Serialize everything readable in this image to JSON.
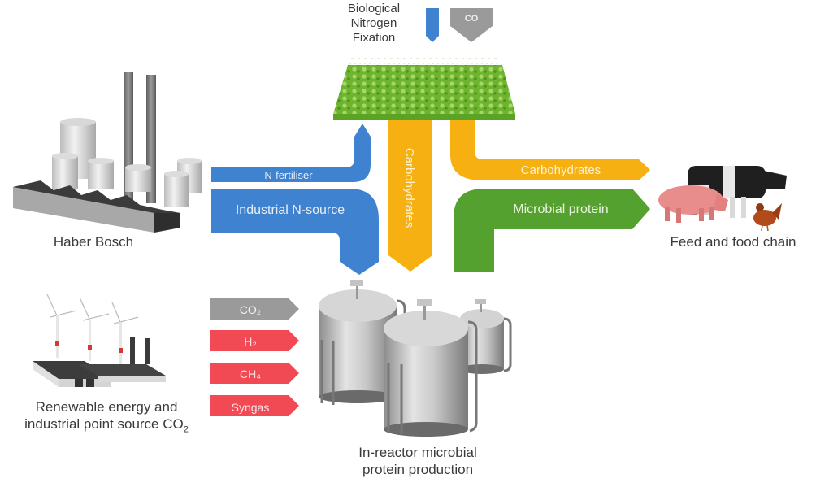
{
  "colors": {
    "blue": "#3f82cf",
    "orange": "#f6b012",
    "green": "#55a12f",
    "grey": "#9a9a9a",
    "red": "#f24a55",
    "text_dark": "#3a3a3a",
    "arrow_text": "#e8eef6"
  },
  "nodes": {
    "biological_fixation": {
      "line1": "Biological",
      "line2": "Nitrogen",
      "line3": "Fixation",
      "icon": "crop-field-icon"
    },
    "haber_bosch": {
      "label": "Haber Bosch",
      "icon": "factory-icon"
    },
    "renewable": {
      "line1": "Renewable energy and",
      "line2": "industrial point source CO",
      "sub": "2",
      "icon": "wind-turbine-plant-icon"
    },
    "reactor": {
      "line1": "In-reactor microbial",
      "line2": "protein production",
      "icon": "bioreactor-tanks-icon"
    },
    "feed_food": {
      "label": "Feed and food chain",
      "icon": "livestock-icon"
    }
  },
  "arrows": {
    "n_fertiliser": "N-fertiliser",
    "industrial_n_source": "Industrial N-source",
    "carbohydrates_down": "Carbohydrates",
    "carbohydrates_right": "Carbohydrates",
    "microbial_protein": "Microbial protein",
    "top_co": "CO",
    "inputs": [
      {
        "label": "CO₂",
        "color": "grey"
      },
      {
        "label": "H₂",
        "color": "red"
      },
      {
        "label": "CH₄",
        "color": "red"
      },
      {
        "label": "Syngas",
        "color": "red"
      }
    ]
  }
}
